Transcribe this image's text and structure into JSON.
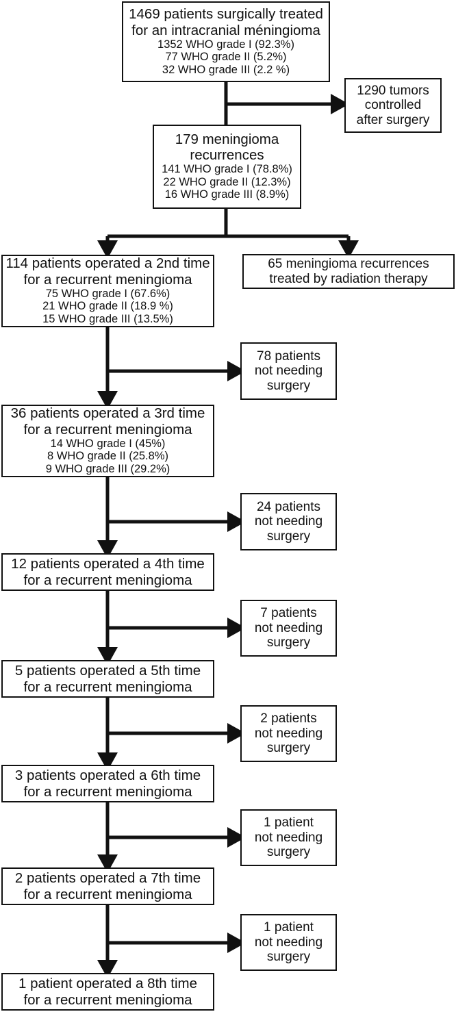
{
  "diagram": {
    "title": "Meningioma surgical treatment and recurrence flowchart",
    "type": "flowchart",
    "stroke_color": "#111111",
    "background_color": "#ffffff",
    "nodes": {
      "cohort": {
        "headline_1": "1469 patients surgically treated",
        "headline_2": "for an intracranial méningioma",
        "detail_1": "1352 WHO grade I (92.3%)",
        "detail_2": "77 WHO grade II (5.2%)",
        "detail_3": "32 WHO grade III (2.2 %)"
      },
      "controlled": {
        "line_1": "1290 tumors",
        "line_2": "controlled",
        "line_3": "after surgery"
      },
      "recurrences": {
        "headline_1": "179 meningioma",
        "headline_2": "recurrences",
        "detail_1": "141 WHO grade I (78.8%)",
        "detail_2": "22 WHO grade II (12.3%)",
        "detail_3": "16 WHO grade III (8.9%)"
      },
      "op2": {
        "headline_1": "114 patients operated a 2nd time",
        "headline_2": "for a recurrent meningioma",
        "detail_1": "75 WHO grade I (67.6%)",
        "detail_2": "21 WHO grade II (18.9 %)",
        "detail_3": "15 WHO grade III (13.5%)"
      },
      "radiation": {
        "line_1": "65 meningioma recurrences",
        "line_2": "treated by radiation therapy"
      },
      "nosurg78": {
        "line_1": "78 patients",
        "line_2": "not needing",
        "line_3": "surgery"
      },
      "op3": {
        "headline_1": "36 patients operated a 3rd time",
        "headline_2": "for a recurrent meningioma",
        "detail_1": "14 WHO grade I (45%)",
        "detail_2": "8 WHO grade II (25.8%)",
        "detail_3": "9 WHO grade III (29.2%)"
      },
      "nosurg24": {
        "line_1": "24 patients",
        "line_2": "not needing",
        "line_3": "surgery"
      },
      "op4": {
        "headline_1": "12 patients operated a 4th time",
        "headline_2": "for a recurrent meningioma"
      },
      "nosurg7": {
        "line_1": "7 patients",
        "line_2": "not needing",
        "line_3": "surgery"
      },
      "op5": {
        "headline_1": "5 patients operated a 5th time",
        "headline_2": "for a recurrent meningioma"
      },
      "nosurg2": {
        "line_1": "2 patients",
        "line_2": "not needing",
        "line_3": "surgery"
      },
      "op6": {
        "headline_1": "3 patients operated a 6th time",
        "headline_2": "for a recurrent meningioma"
      },
      "nosurg1a": {
        "line_1": "1 patient",
        "line_2": "not needing",
        "line_3": "surgery"
      },
      "op7": {
        "headline_1": "2 patients operated a 7th time",
        "headline_2": "for a recurrent meningioma"
      },
      "nosurg1b": {
        "line_1": "1 patient",
        "line_2": "not needing",
        "line_3": "surgery"
      },
      "op8": {
        "headline_1": "1 patient operated a 8th time",
        "headline_2": "for a recurrent meningioma"
      }
    }
  },
  "chart_data": {
    "type": "table",
    "title": "Meningioma surgical treatment and recurrence flowchart",
    "stages": [
      {
        "label": "1469 patients surgically treated for an intracranial méningioma",
        "total": 1469,
        "grade_I": 1352,
        "grade_I_pct": 92.3,
        "grade_II": 77,
        "grade_II_pct": 5.2,
        "grade_III": 32,
        "grade_III_pct": 2.2
      },
      {
        "label": "1290 tumors controlled after surgery",
        "total": 1290
      },
      {
        "label": "179 meningioma recurrences",
        "total": 179,
        "grade_I": 141,
        "grade_I_pct": 78.8,
        "grade_II": 22,
        "grade_II_pct": 12.3,
        "grade_III": 16,
        "grade_III_pct": 8.9
      },
      {
        "label": "114 patients operated a 2nd time for a recurrent meningioma",
        "total": 114,
        "grade_I": 75,
        "grade_I_pct": 67.6,
        "grade_II": 21,
        "grade_II_pct": 18.9,
        "grade_III": 15,
        "grade_III_pct": 13.5
      },
      {
        "label": "65 meningioma recurrences treated by radiation therapy",
        "total": 65
      },
      {
        "label": "78 patients not needing surgery",
        "total": 78
      },
      {
        "label": "36 patients operated a 3rd time for a recurrent meningioma",
        "total": 36,
        "grade_I": 14,
        "grade_I_pct": 45,
        "grade_II": 8,
        "grade_II_pct": 25.8,
        "grade_III": 9,
        "grade_III_pct": 29.2
      },
      {
        "label": "24 patients not needing surgery",
        "total": 24
      },
      {
        "label": "12 patients operated a 4th time for a recurrent meningioma",
        "total": 12
      },
      {
        "label": "7 patients not needing surgery",
        "total": 7
      },
      {
        "label": "5 patients operated a 5th time for a recurrent meningioma",
        "total": 5
      },
      {
        "label": "2 patients not needing surgery",
        "total": 2
      },
      {
        "label": "3 patients operated a 6th time for a recurrent meningioma",
        "total": 3
      },
      {
        "label": "1 patient not needing surgery",
        "total": 1
      },
      {
        "label": "2 patients operated a 7th time for a recurrent meningioma",
        "total": 2
      },
      {
        "label": "1 patient not needing surgery",
        "total": 1
      },
      {
        "label": "1 patient operated a 8th time for a recurrent meningioma",
        "total": 1
      }
    ]
  }
}
